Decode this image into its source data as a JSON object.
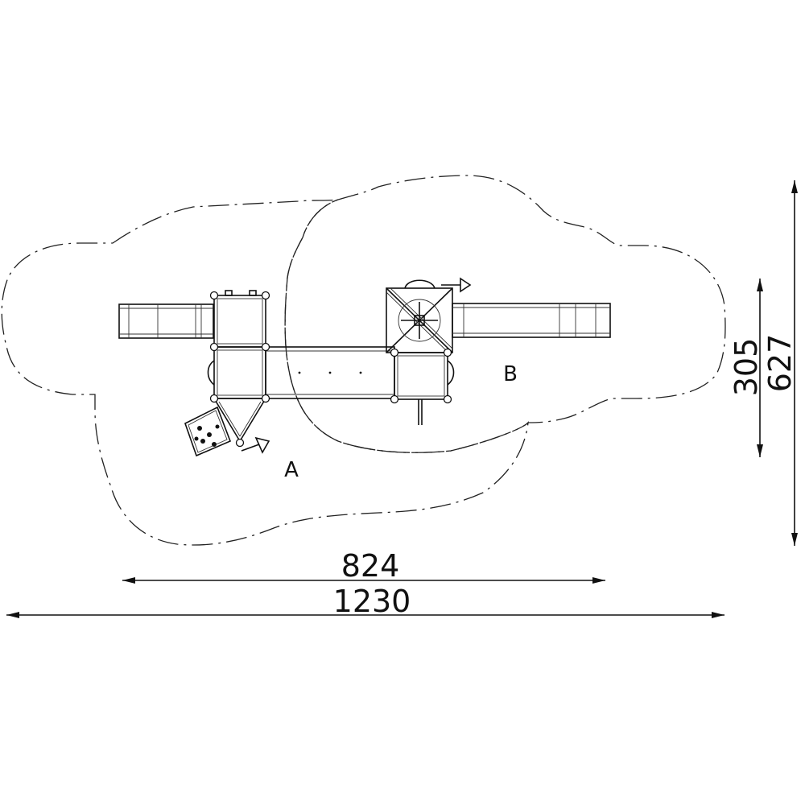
{
  "dimensions": {
    "width_inner": "824",
    "width_outer": "1230",
    "height_inner": "305",
    "height_outer": "627"
  },
  "zones": {
    "a": "A",
    "b": "B"
  }
}
